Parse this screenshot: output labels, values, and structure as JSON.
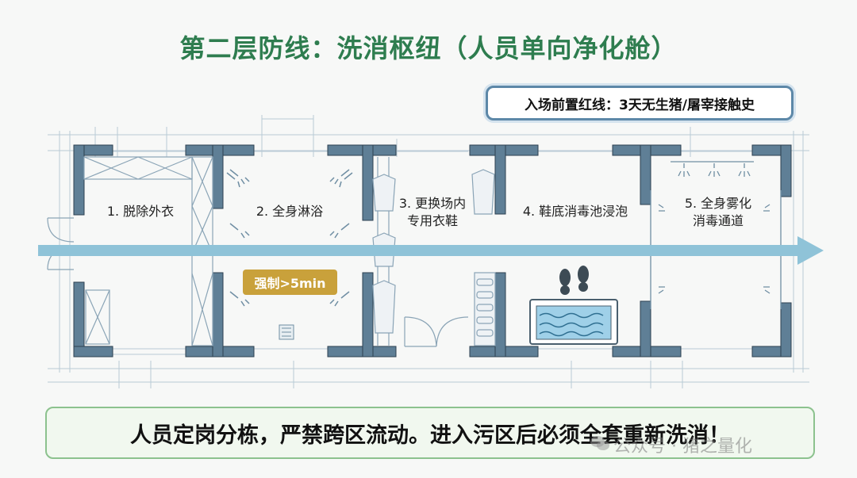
{
  "title": "第二层防线：洗消枢纽（人员单向净化舱）",
  "red_line": "入场前置红线：3天无生猪/屠宰接触史",
  "rooms": [
    {
      "label": "1. 脱除外衣"
    },
    {
      "label": "2. 全身淋浴"
    },
    {
      "label": "3. 更换场内\n专用衣鞋"
    },
    {
      "label": "4. 鞋底消毒池浸泡"
    },
    {
      "label": "5. 全身雾化\n消毒通道"
    }
  ],
  "shower_badge": "强制>5min",
  "bottom_banner": "人员定岗分栋，严禁跨区流动。进入污区后必须全套重新洗消！",
  "watermark": "公众号 · 猪之量化",
  "colors": {
    "title": "#2e7d4f",
    "wall": "#5f7f96",
    "flow_arrow": "#8fc3d8",
    "badge": "#c9a13b",
    "banner_border": "#8cc28e",
    "water": "#9fd0e8"
  },
  "icons": [
    "shower-icon",
    "coat-hanger-icon",
    "footprint-icon",
    "disinfection-pool-icon",
    "mist-nozzle-icon",
    "floor-drain-icon",
    "boot-rack-icon"
  ]
}
